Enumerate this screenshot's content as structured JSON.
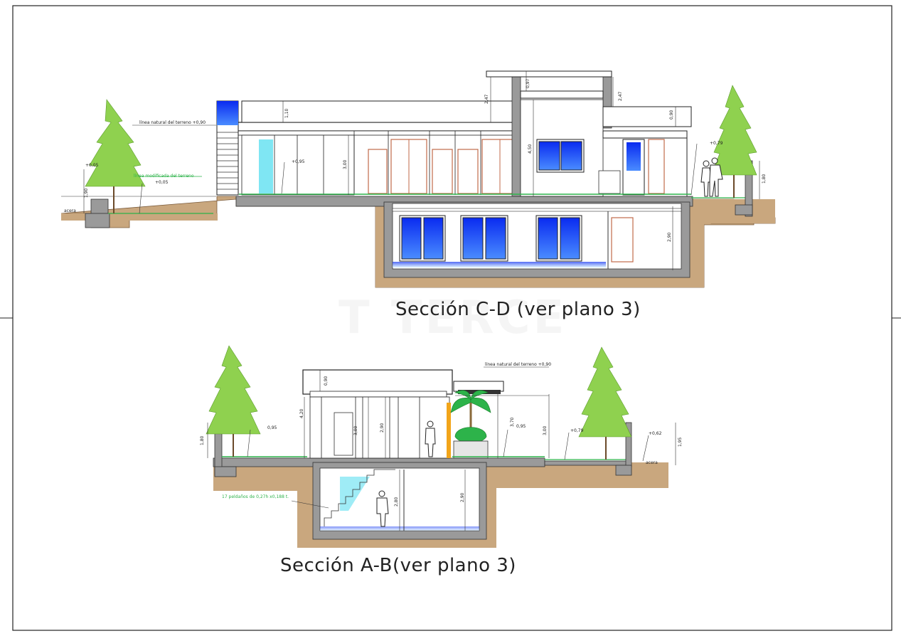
{
  "sections": {
    "cd": {
      "title": "Sección C-D (ver plano 3)",
      "labels": {
        "terrain_natural": "línea natural del terreno +0,90",
        "terrain_modified": "línea modificada del terreno",
        "acera": "acera",
        "lvl_005a": "+0,05",
        "lvl_005b": "+0,05",
        "lvl_095": "+0,95",
        "lvl_079": "+0,79",
        "dim_190": "1,90",
        "dim_110": "1,10",
        "dim_247a": "2,47",
        "dim_097": "0,97",
        "dim_247b": "2,47",
        "dim_090": "0,90",
        "dim_300": "3,00",
        "dim_450": "4,50",
        "dim_180": "1,80",
        "dim_290": "2,90"
      }
    },
    "ab": {
      "title": "Sección A-B(ver plano 3)",
      "labels": {
        "terrain_natural": "línea natural del terreno +0,90",
        "stairs_note": "17 peldaños de 0,27h x0,188 t.",
        "acera": "acera",
        "dim_180": "1,80",
        "lvl_095a": "0,95",
        "dim_090": "0,90",
        "dim_420": "4,20",
        "dim_300a": "3,00",
        "dim_290a": "2,90",
        "dim_370": "3,70",
        "lvl_095b": "0,95",
        "dim_300b": "3,00",
        "lvl_079": "+0,79",
        "lvl_062": "+0,62",
        "dim_195": "1,95",
        "dim_280": "2,80",
        "dim_290b": "2,90"
      }
    }
  },
  "colors": {
    "ground": "#c9a77e",
    "wall": "#9a9a9a",
    "glass": "#1f3df0",
    "tree": "#8fd14f",
    "grass": "#2db34a",
    "door": "#c06a4a"
  }
}
